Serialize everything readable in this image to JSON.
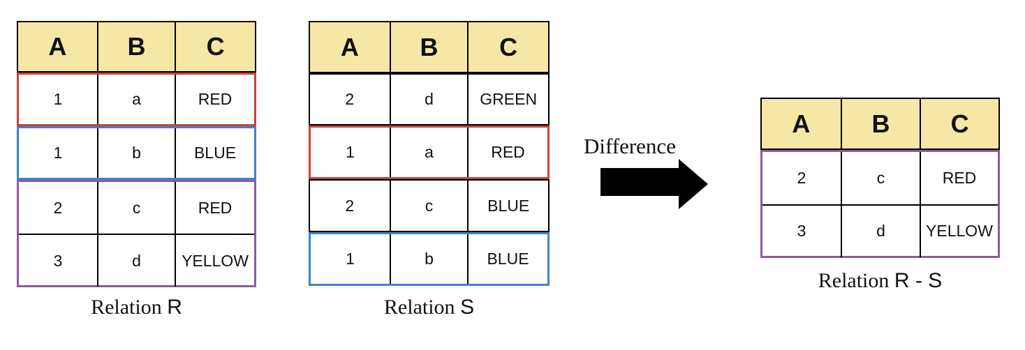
{
  "operation": {
    "label": "Difference"
  },
  "colors": {
    "header_fill": "#F7E7A6",
    "highlight_red": "#C5423E",
    "highlight_blue": "#3E84C6",
    "highlight_purple": "#8C5AA5",
    "table_border": "#000000",
    "arrow": "#000000"
  },
  "tables": {
    "r": {
      "caption": {
        "serif": "Relation ",
        "sans": "R"
      },
      "headers": [
        "A",
        "B",
        "C"
      ],
      "rows": [
        {
          "cells": [
            "1",
            "a",
            "RED"
          ],
          "highlight": "red"
        },
        {
          "cells": [
            "1",
            "b",
            "BLUE"
          ],
          "highlight": "blue"
        },
        {
          "cells": [
            "2",
            "c",
            "RED"
          ],
          "highlight": "purple-group"
        },
        {
          "cells": [
            "3",
            "d",
            "YELLOW"
          ],
          "highlight": "purple-group"
        }
      ]
    },
    "s": {
      "caption": {
        "serif": "Relation ",
        "sans": "S"
      },
      "headers": [
        "A",
        "B",
        "C"
      ],
      "rows": [
        {
          "cells": [
            "2",
            "d",
            "GREEN"
          ],
          "highlight": "none"
        },
        {
          "cells": [
            "1",
            "a",
            "RED"
          ],
          "highlight": "red"
        },
        {
          "cells": [
            "2",
            "c",
            "BLUE"
          ],
          "highlight": "none"
        },
        {
          "cells": [
            "1",
            "b",
            "BLUE"
          ],
          "highlight": "blue"
        }
      ]
    },
    "result": {
      "caption": {
        "serif": "Relation ",
        "sans": "R - S"
      },
      "headers": [
        "A",
        "B",
        "C"
      ],
      "rows": [
        {
          "cells": [
            "2",
            "c",
            "RED"
          ],
          "highlight": "purple-group"
        },
        {
          "cells": [
            "3",
            "d",
            "YELLOW"
          ],
          "highlight": "purple-group"
        }
      ]
    }
  }
}
